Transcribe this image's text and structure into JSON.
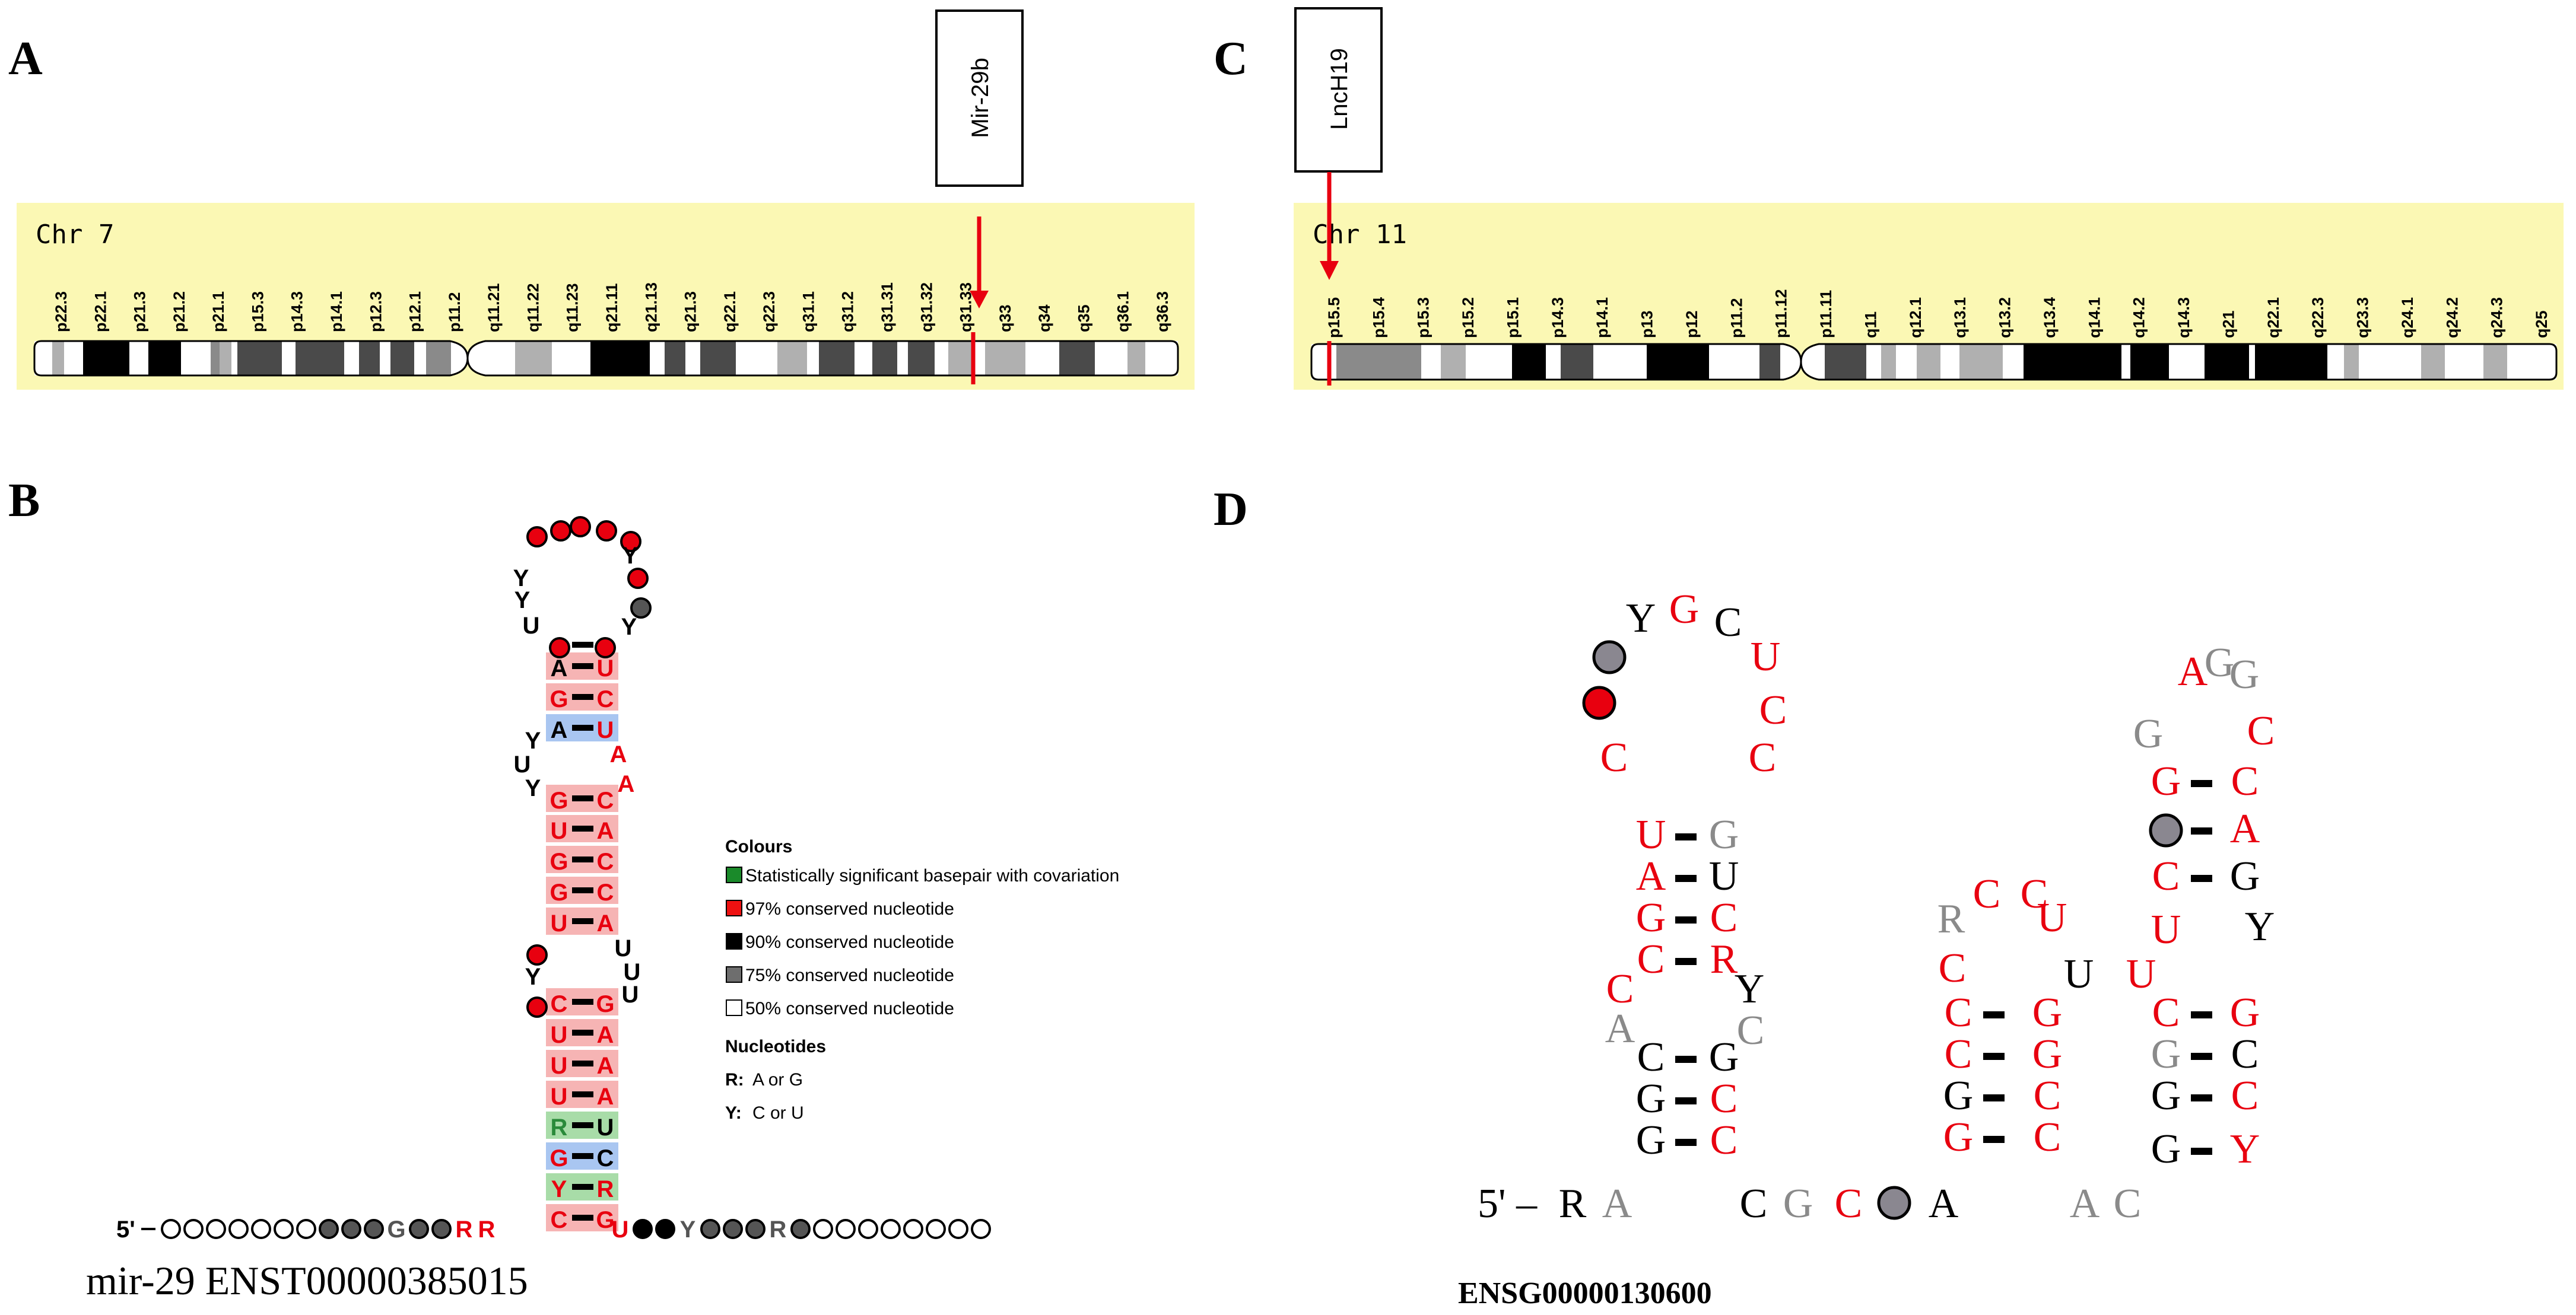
{
  "panel_labels": {
    "a": "A",
    "b": "B",
    "c": "C",
    "d": "D"
  },
  "colors": {
    "ideogram_bg": "#fbf8b4",
    "red": "#e8000f",
    "gray_text": "#8a8a8a",
    "pair_red": "#f6b4b4",
    "pair_blue": "#a9c6f1",
    "pair_green": "#a8dca8",
    "legend_green": "#1a8a2a",
    "legend_red": "#ee1111",
    "legend_black": "#000000",
    "legend_gray": "#6e6e6e"
  },
  "panel_a": {
    "chromosome": "Chr 7",
    "marker_label": "Mir-29b",
    "bands": [
      "p22.3",
      "p22.1",
      "p21.3",
      "p21.2",
      "p21.1",
      "p15.3",
      "p14.3",
      "p14.1",
      "p12.3",
      "p12.1",
      "p11.2",
      "q11.21",
      "q11.22",
      "q11.23",
      "q21.11",
      "q21.13",
      "q21.3",
      "q22.1",
      "q22.3",
      "q31.1",
      "q31.2",
      "q31.31",
      "q31.32",
      "q31.33",
      "q33",
      "q34",
      "q35",
      "q36.1",
      "q36.3"
    ]
  },
  "panel_c": {
    "chromosome": "Chr 11",
    "marker_label": "LncH19",
    "bands": [
      "p15.5",
      "p15.4",
      "p15.3",
      "p15.2",
      "p15.1",
      "p14.3",
      "p14.1",
      "p13",
      "p12",
      "p11.2",
      "p11.12",
      "p11.11",
      "q11",
      "q12.1",
      "q13.1",
      "q13.2",
      "q13.4",
      "q14.1",
      "q14.2",
      "q14.3",
      "q21",
      "q22.1",
      "q22.3",
      "q23.3",
      "q24.1",
      "q24.2",
      "q24.3",
      "q25"
    ]
  },
  "panel_b": {
    "title": "mir-29 ENST00000385015",
    "five_prime": "5'",
    "legend": {
      "colours_heading": "Colours",
      "items": [
        "Statistically significant basepair with covariation",
        "97% conserved nucleotide",
        "90% conserved nucleotide",
        "75% conserved nucleotide",
        "50% conserved nucleotide"
      ],
      "nucleotides_heading": "Nucleotides",
      "r_key": "R:",
      "r_text": "A or G",
      "y_key": "Y:",
      "y_text": "C or U"
    }
  },
  "panel_d": {
    "title": "ENSG00000130600",
    "five_prime": "5' –"
  }
}
